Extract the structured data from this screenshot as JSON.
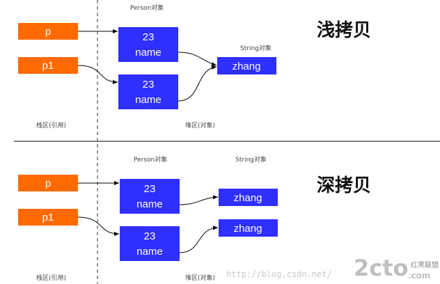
{
  "shallow": {
    "title": "浅拷贝",
    "person_label": "Person对象",
    "string_label": "String对象",
    "ref_p": "p",
    "ref_p1": "p1",
    "obj1_num": "23",
    "obj1_name": "name",
    "obj2_num": "23",
    "obj2_name": "name",
    "string_value": "zhang",
    "stack_label": "栈区(引用)",
    "heap_label": "堆区(对象)"
  },
  "deep": {
    "title": "深拷贝",
    "person_label": "Person对象",
    "string_label": "String对象",
    "ref_p": "p",
    "ref_p1": "p1",
    "obj1_num": "23",
    "obj1_name": "name",
    "obj2_num": "23",
    "obj2_name": "name",
    "string1_value": "zhang",
    "string2_value": "zhang",
    "stack_label": "栈区(引用)",
    "heap_label": "堆区(对象)"
  },
  "watermark": {
    "url": "http://blog.csdn.net/",
    "logo_main": "2cto",
    "logo_suffix": ".com",
    "logo_cn": "红黑联盟"
  },
  "colors": {
    "reference_box": "#ff6a00",
    "object_box": "#2f2fff",
    "divider": "#333333"
  }
}
